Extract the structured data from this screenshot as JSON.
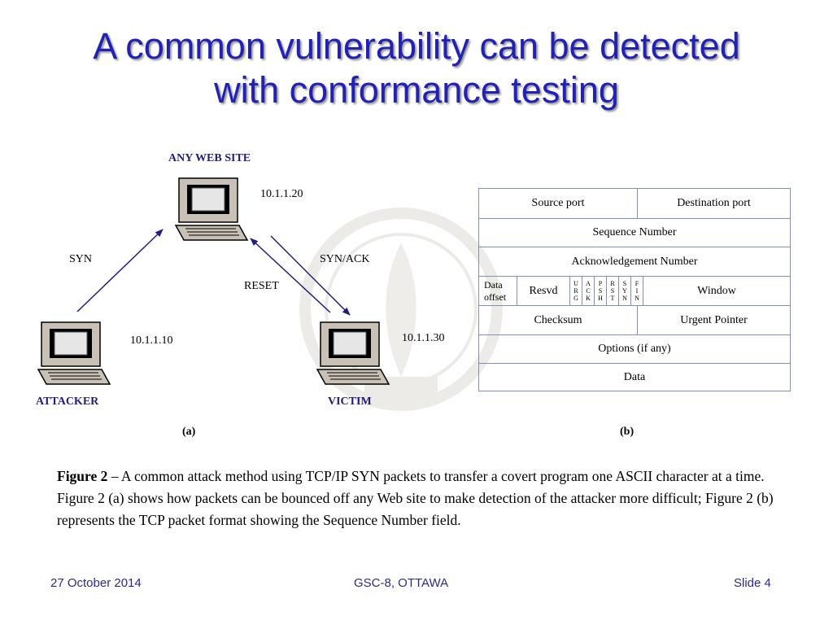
{
  "slide": {
    "title_line1": "A common vulnerability can be detected",
    "title_line2": "with conformance testing"
  },
  "diagram_a": {
    "web_site_label": "ANY WEB SITE",
    "web_site_ip": "10.1.1.20",
    "attacker_label": "ATTACKER",
    "attacker_ip": "10.1.1.10",
    "victim_label": "VICTIM",
    "victim_ip": "10.1.1.30",
    "syn_label": "SYN",
    "synack_label": "SYN/ACK",
    "reset_label": "RESET",
    "panel_label": "(a)"
  },
  "diagram_b": {
    "source_port": "Source port",
    "destination_port": "Destination port",
    "sequence_number": "Sequence Number",
    "ack_number": "Acknowledgement Number",
    "data_offset_1": "Data",
    "data_offset_2": "offset",
    "resvd": "Resvd",
    "flags": [
      {
        "l1": "U",
        "l2": "R",
        "l3": "G"
      },
      {
        "l1": "A",
        "l2": "C",
        "l3": "K"
      },
      {
        "l1": "P",
        "l2": "S",
        "l3": "H"
      },
      {
        "l1": "R",
        "l2": "S",
        "l3": "T"
      },
      {
        "l1": "S",
        "l2": "Y",
        "l3": "N"
      },
      {
        "l1": "F",
        "l2": "I",
        "l3": "N"
      }
    ],
    "window": "Window",
    "checksum": "Checksum",
    "urgent_pointer": "Urgent Pointer",
    "options": "Options (if any)",
    "data": "Data",
    "panel_label": "(b)"
  },
  "caption": {
    "figure_label": "Figure 2",
    "text": " – A common attack method using TCP/IP SYN packets to transfer a covert program one ASCII character at a time. Figure 2 (a) shows how packets can be bounced off any Web site to make detection of the attacker more difficult; Figure 2 (b) represents the TCP packet format showing the Sequence Number field."
  },
  "footer": {
    "date": "27 October 2014",
    "event": "GSC-8, OTTAWA",
    "slide_no": "Slide 4"
  },
  "colors": {
    "title": "#2121b8",
    "arrow": "#1f1f7a",
    "footer": "#2a2a8c",
    "table_border": "#7f8fb8"
  }
}
